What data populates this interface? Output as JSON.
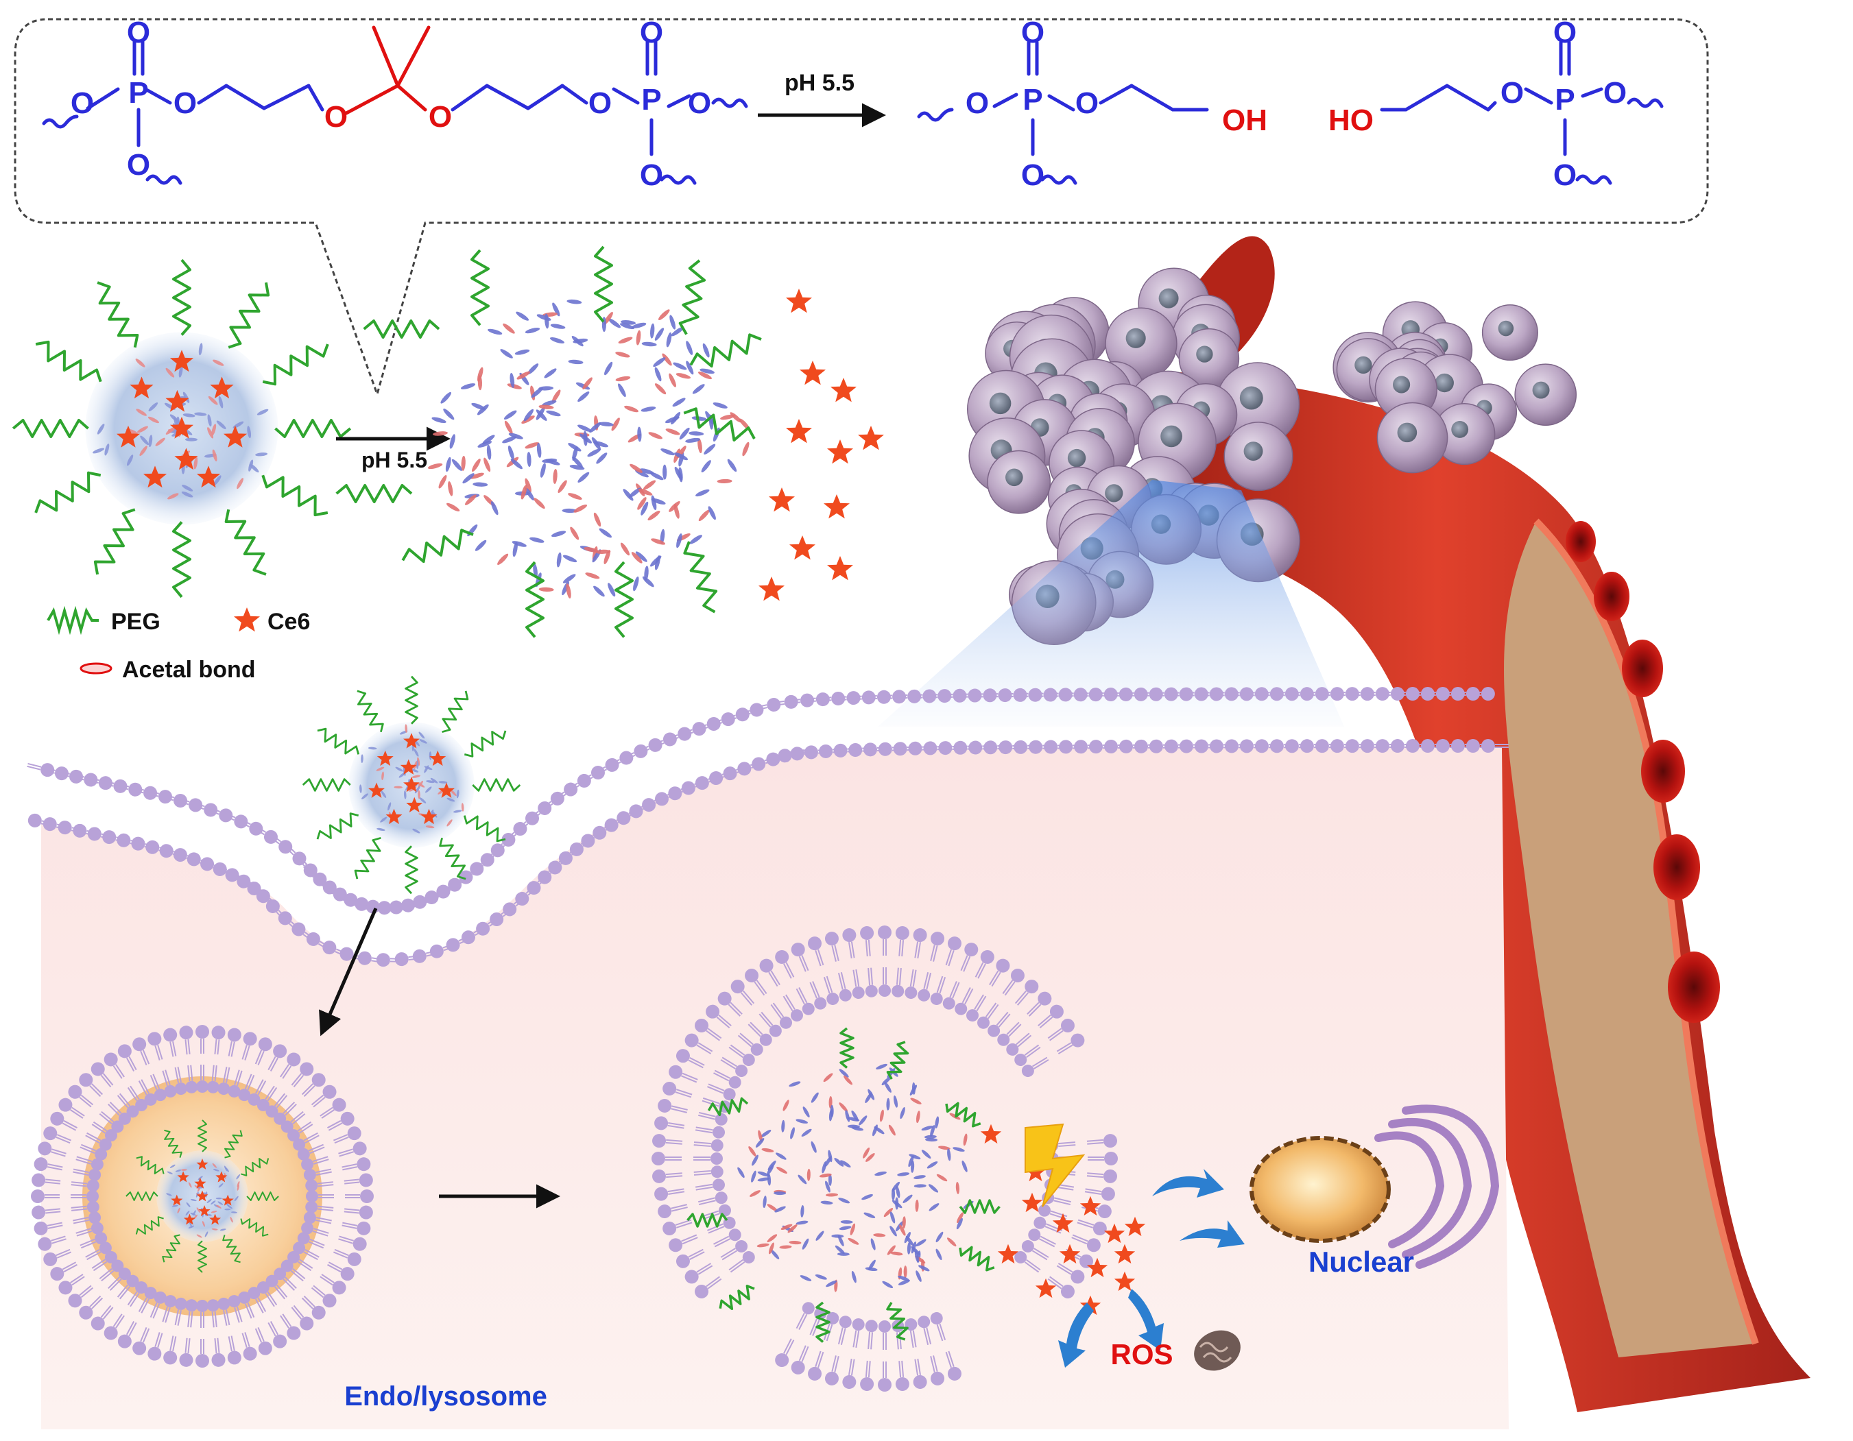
{
  "reaction": {
    "condition": "pH 5.5",
    "atoms": {
      "oxygen": "O",
      "phosphorus": "P",
      "hydroxyl": "OH",
      "hydroxyl_left": "HO"
    }
  },
  "legend": {
    "peg": "PEG",
    "ce6": "Ce6",
    "acetal": "Acetal bond"
  },
  "disassembly": {
    "condition": "pH 5.5"
  },
  "labels": {
    "endolysosome": "Endo/lysosome",
    "ros": "ROS",
    "nuclear": "Nuclear"
  },
  "colors": {
    "backbone": "#2b2bd9",
    "acetal": "#e01010",
    "peg": "#2fa52f",
    "ce6": "#f04a1e",
    "membrane": "#b8a2d8",
    "cytoplasm": "#fbe7e6",
    "vessel": "#c0281c",
    "tumor": "#c8b4cf",
    "label_blue": "#1a3fd0",
    "label_red": "#e01010"
  }
}
